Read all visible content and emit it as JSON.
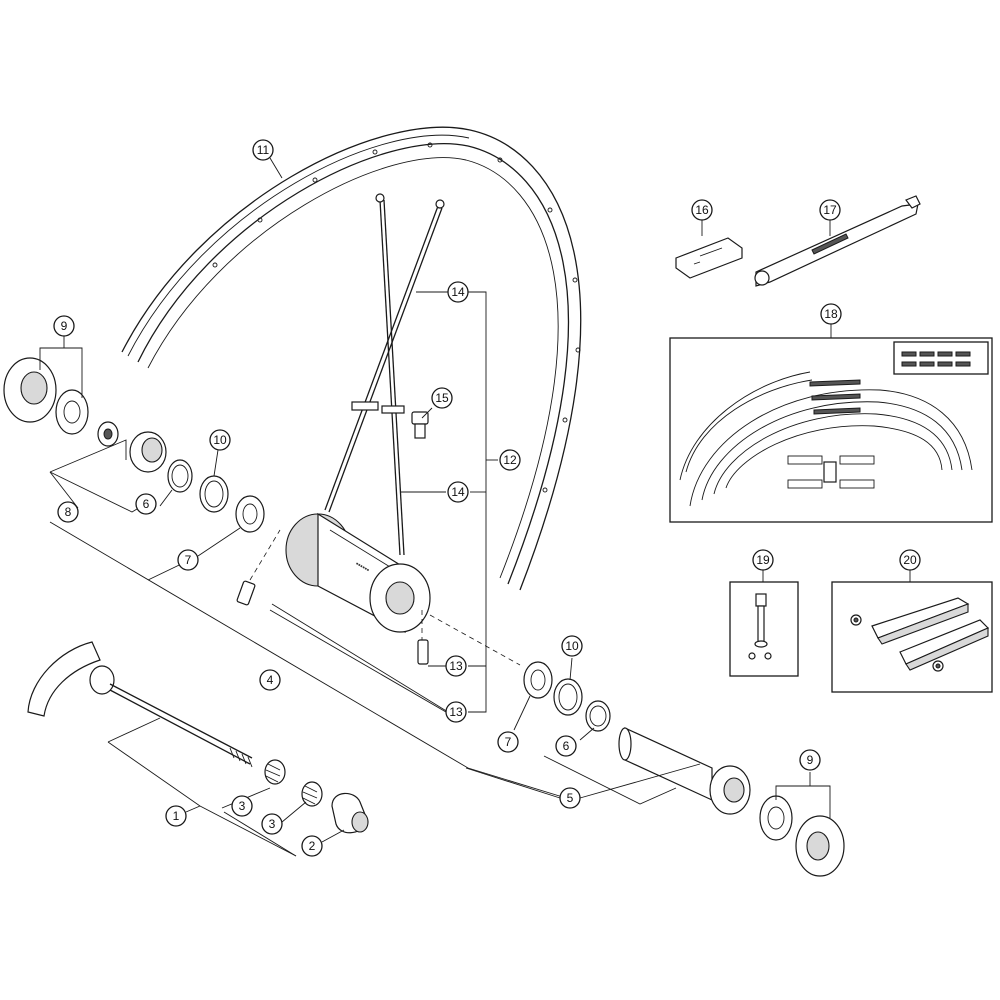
{
  "callouts": {
    "c1": "1",
    "c2": "2",
    "c3a": "3",
    "c3b": "3",
    "c4": "4",
    "c5": "5",
    "c6a": "6",
    "c6b": "6",
    "c7a": "7",
    "c7b": "7",
    "c8": "8",
    "c9a": "9",
    "c9b": "9",
    "c10a": "10",
    "c10b": "10",
    "c11": "11",
    "c12": "12",
    "c13a": "13",
    "c13b": "13",
    "c14a": "14",
    "c14b": "14",
    "c15": "15",
    "c16": "16",
    "c17": "17",
    "c18": "18",
    "c19": "19",
    "c20": "20"
  }
}
